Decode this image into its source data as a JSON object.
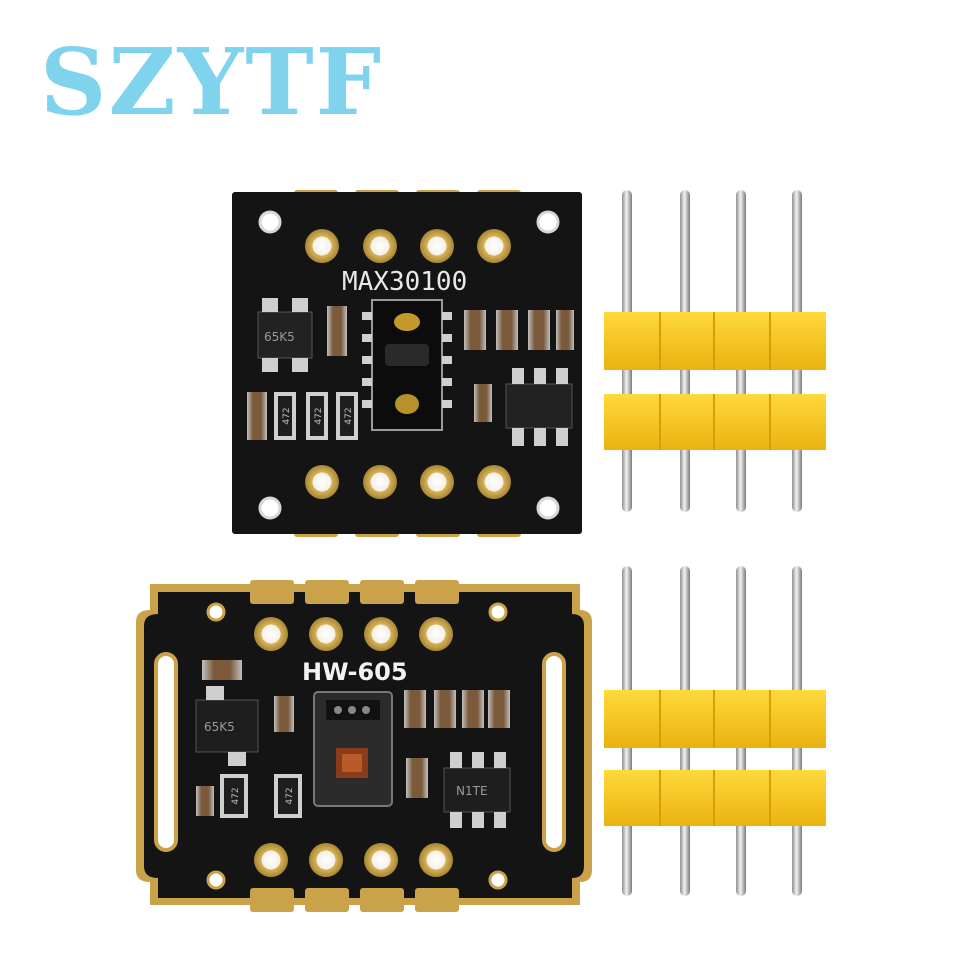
{
  "brand": {
    "text": "SZYTF",
    "color": "#7fd3ec"
  },
  "boards": [
    {
      "id": "max30100",
      "silk_label": "MAX30100",
      "components": [
        "65K5",
        "472",
        "472",
        "472"
      ]
    },
    {
      "id": "hw605",
      "silk_label": "HW-605",
      "components": [
        "65K5",
        "472",
        "472",
        "N1TE"
      ]
    }
  ],
  "colors": {
    "pcb": "#141414",
    "pad_gold": "#d8b45a",
    "header_plastic": "#f6c21a",
    "pin_silver": "#c9c9c9"
  },
  "pin_headers": {
    "count": 2,
    "pins_per_header": 4
  }
}
